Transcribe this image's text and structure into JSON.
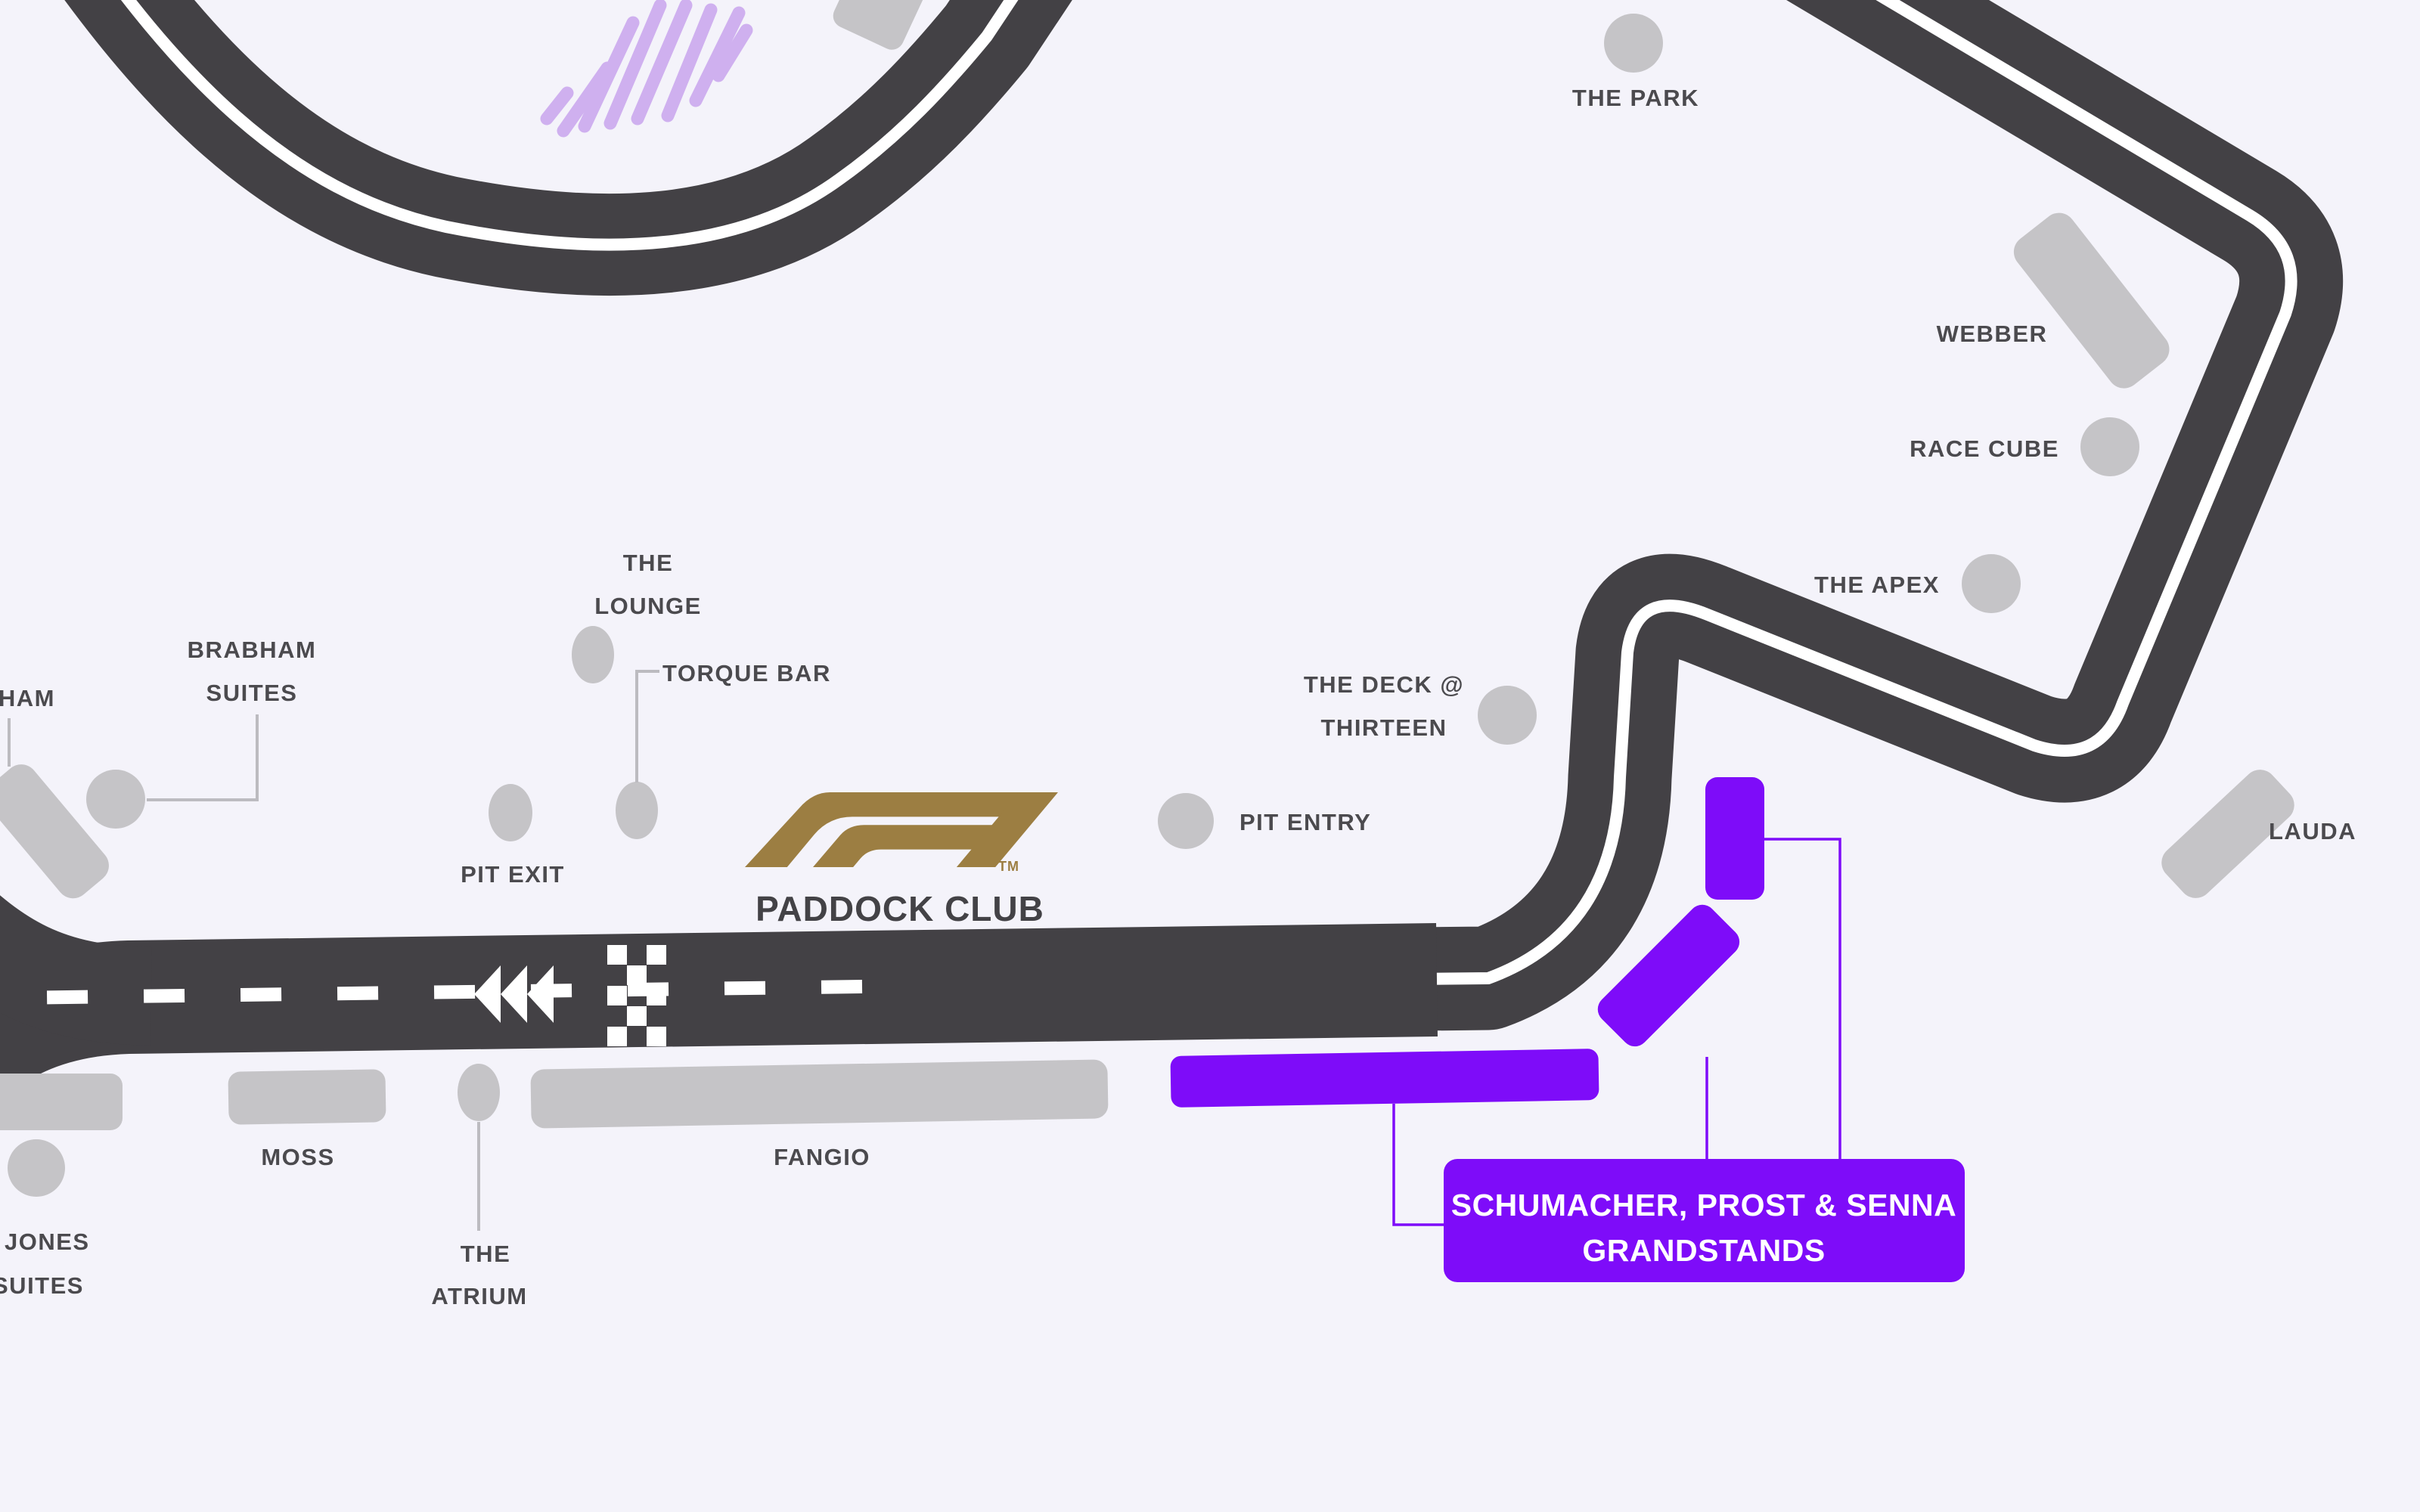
{
  "labels": {
    "the_park": "THE PARK",
    "webber": "WEBBER",
    "race_cube": "RACE CUBE",
    "the_apex": "THE APEX",
    "lauda": "LAUDA",
    "the_deck_line1": "THE DECK @",
    "the_deck_line2": "THIRTEEN",
    "pit_entry": "PIT ENTRY",
    "torque_bar": "TORQUE BAR",
    "the_lounge_line1": "THE",
    "the_lounge_line2": "LOUNGE",
    "pit_exit": "PIT EXIT",
    "brabham_line1": "BRABHAM",
    "brabham_line2": "SUITES",
    "ham": "HAM",
    "moss": "MOSS",
    "fangio": "FANGIO",
    "atrium_line1": "THE",
    "atrium_line2": "ATRIUM",
    "jones_line1": "JONES",
    "jones_line2": "SUITES"
  },
  "paddock_club": {
    "trademark": "TM",
    "label": "PADDOCK CLUB"
  },
  "grandstands_callout": {
    "line1": "SCHUMACHER, PROST & SENNA",
    "line2": "GRANDSTANDS"
  },
  "colors": {
    "background": "#f4f3fa",
    "track": "#434145",
    "centerline": "#ffffff",
    "stand_gray": "#c5c4c7",
    "highlight_purple": "#7e0cf9",
    "lake_hatch": "#cfb0ef",
    "label_text": "#4b4a4e",
    "f1_gold": "#9c7e42"
  }
}
